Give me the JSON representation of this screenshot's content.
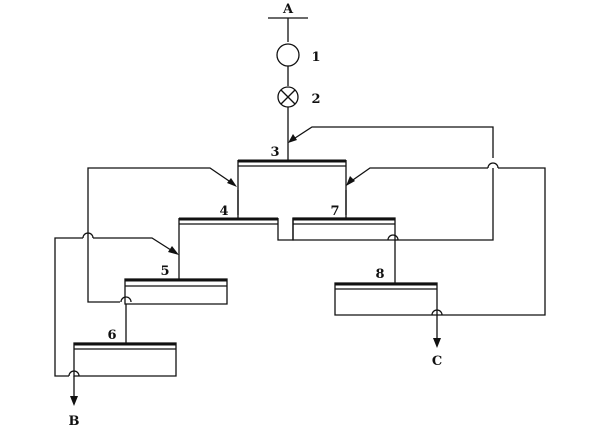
{
  "diagram": {
    "labels": {
      "feed": "A",
      "out_b": "B",
      "out_c": "C",
      "n1": "1",
      "n2": "2",
      "n3": "3",
      "n4": "4",
      "n5": "5",
      "n6": "6",
      "n7": "7",
      "n8": "8"
    },
    "components": [
      {
        "id": "1",
        "kind": "circle-symbol"
      },
      {
        "id": "2",
        "kind": "crossed-circle-symbol"
      },
      {
        "id": "3",
        "kind": "flotation-cell"
      },
      {
        "id": "4",
        "kind": "flotation-cell"
      },
      {
        "id": "5",
        "kind": "flotation-cell"
      },
      {
        "id": "6",
        "kind": "flotation-cell"
      },
      {
        "id": "7",
        "kind": "flotation-cell"
      },
      {
        "id": "8",
        "kind": "flotation-cell"
      }
    ],
    "colors": {
      "line": "#111111",
      "background": "#ffffff"
    }
  }
}
